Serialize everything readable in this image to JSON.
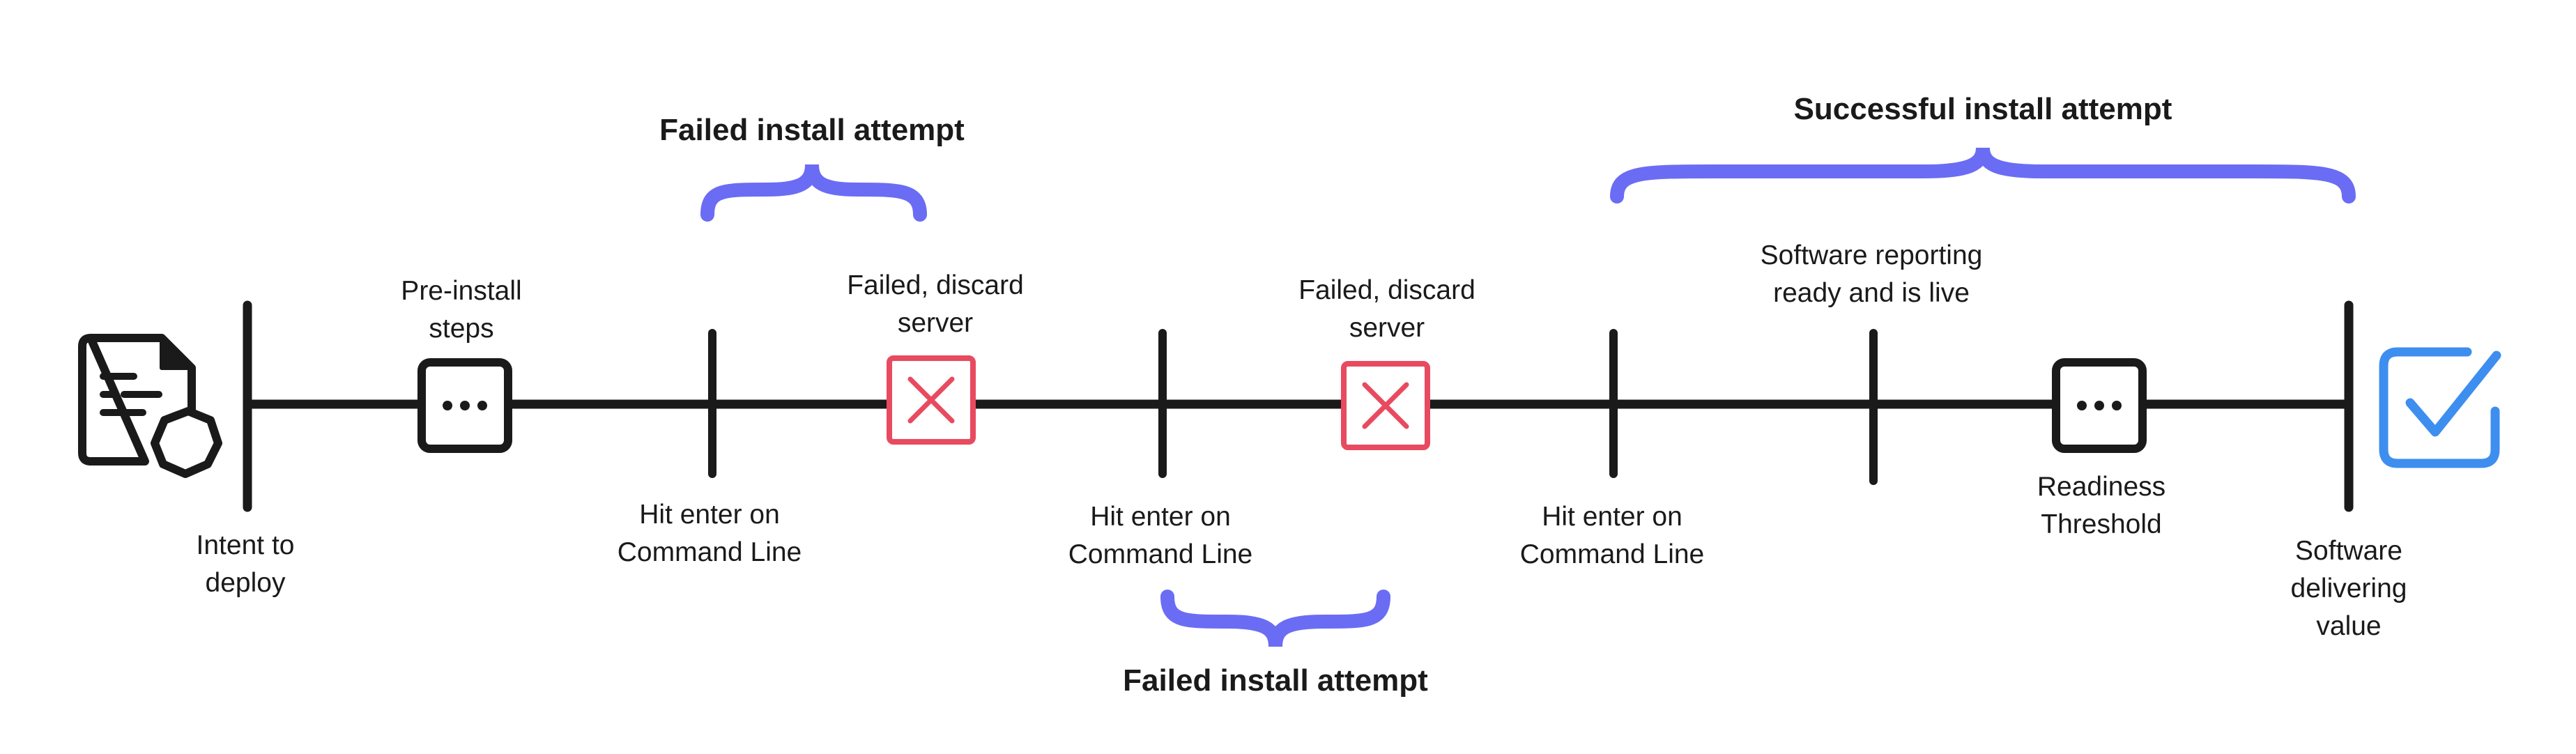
{
  "labels": {
    "intent": "Intent to\ndeploy",
    "preinstall": "Pre-install\nsteps",
    "hit_enter_1": "Hit enter on\nCommand Line",
    "failed_discard_1": "Failed, discard\nserver",
    "hit_enter_2": "Hit enter on\nCommand Line",
    "failed_discard_2": "Failed, discard\nserver",
    "hit_enter_3": "Hit enter on\nCommand Line",
    "software_ready": "Software reporting\nready and is live",
    "readiness": "Readiness\nThreshold",
    "delivering": "Software delivering\nvalue"
  },
  "headers": {
    "failed_1": "Failed install attempt",
    "failed_2": "Failed install attempt",
    "success": "Successful install attempt"
  },
  "colors": {
    "line": "#1a1a1a",
    "failed": "#e84a5f",
    "brace": "#6b6cf4",
    "check": "#3e8ef0"
  },
  "icons": {
    "start": "document-gear-icon",
    "pending": "ellipsis-box-icon",
    "fail": "x-box-icon",
    "end": "checkbox-checked-icon"
  }
}
